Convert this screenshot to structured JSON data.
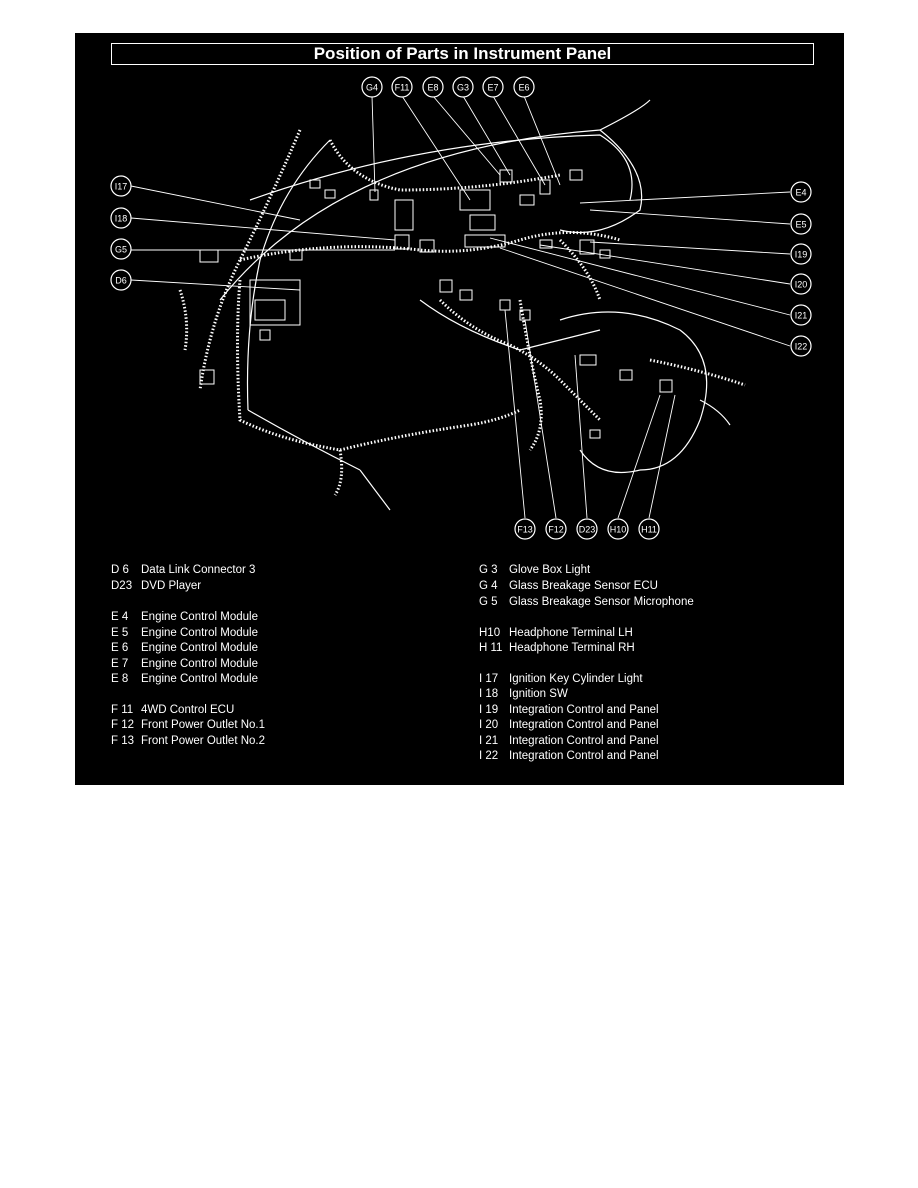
{
  "title": "Position of Parts in Instrument Panel",
  "colors": {
    "background": "#000000",
    "foreground": "#ffffff",
    "page": "#ffffff"
  },
  "callouts": {
    "g4": "G4",
    "f11": "F11",
    "e8": "E8",
    "g3": "G3",
    "e7": "E7",
    "e6": "E6",
    "i17": "I17",
    "i18": "I18",
    "g5": "G5",
    "d6": "D6",
    "e4": "E4",
    "e5": "E5",
    "i19": "I19",
    "i20": "I20",
    "i21": "I21",
    "i22": "I22",
    "f13": "F13",
    "f12": "F12",
    "d23": "D23",
    "h10": "H10",
    "h11": "H11"
  },
  "legend_left": [
    {
      "code": "D  6",
      "label": "Data Link Connector 3"
    },
    {
      "code": "D23",
      "label": "DVD Player"
    },
    {
      "code": "E  4",
      "label": "Engine Control Module"
    },
    {
      "code": "E  5",
      "label": "Engine Control Module"
    },
    {
      "code": "E  6",
      "label": "Engine Control Module"
    },
    {
      "code": "E  7",
      "label": "Engine Control Module"
    },
    {
      "code": "E  8",
      "label": "Engine Control Module"
    },
    {
      "code": "F 11",
      "label": "4WD Control ECU"
    },
    {
      "code": "F 12",
      "label": "Front Power Outlet No.1"
    },
    {
      "code": "F 13",
      "label": "Front Power Outlet No.2"
    }
  ],
  "legend_right": [
    {
      "code": "G  3",
      "label": "Glove Box Light"
    },
    {
      "code": "G  4",
      "label": "Glass Breakage Sensor ECU"
    },
    {
      "code": "G  5",
      "label": "Glass Breakage Sensor Microphone"
    },
    {
      "code": "H10",
      "label": "Headphone Terminal LH"
    },
    {
      "code": "H 11",
      "label": "Headphone Terminal RH"
    },
    {
      "code": "I  17",
      "label": "Ignition Key Cylinder Light"
    },
    {
      "code": "I  18",
      "label": "Ignition SW"
    },
    {
      "code": "I  19",
      "label": "Integration Control and Panel"
    },
    {
      "code": "I  20",
      "label": "Integration Control and Panel"
    },
    {
      "code": "I  21",
      "label": "Integration Control and Panel"
    },
    {
      "code": "I  22",
      "label": "Integration Control and Panel"
    }
  ]
}
